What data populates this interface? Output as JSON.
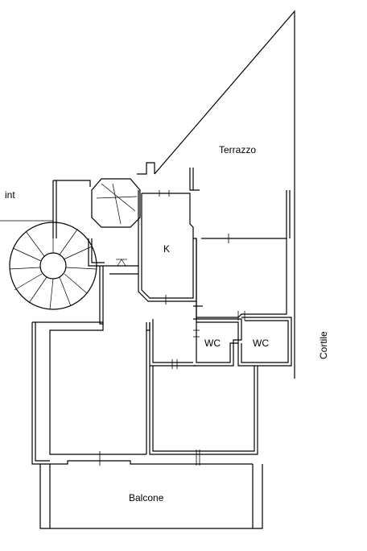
{
  "labels": {
    "terrace": "Terrazzo",
    "interior": "int",
    "kitchen": "K",
    "wc_left": "WC",
    "wc_right": "WC",
    "courtyard": "Cortile",
    "balcony": "Balcone"
  }
}
